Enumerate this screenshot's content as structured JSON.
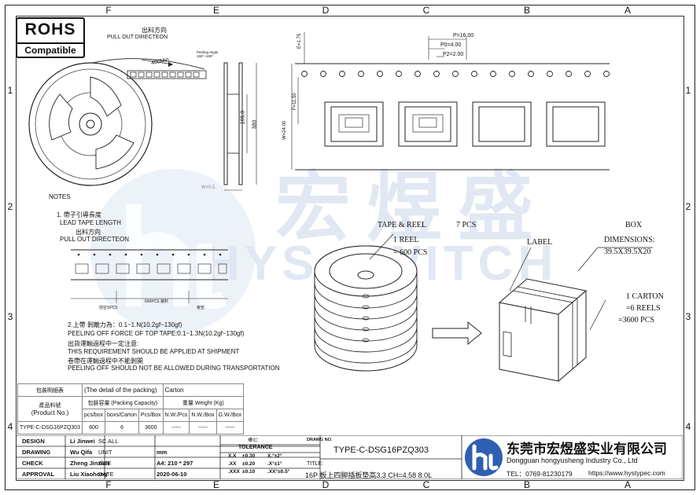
{
  "zones": {
    "top": [
      "F",
      "E",
      "D",
      "C",
      "B",
      "A"
    ],
    "bottom": [
      "F",
      "E",
      "D",
      "C",
      "B",
      "A"
    ],
    "left": [
      "1",
      "2",
      "3",
      "4"
    ],
    "right": [
      "1",
      "2",
      "3",
      "4"
    ]
  },
  "rohs": {
    "title": "ROHS",
    "subtitle": "Compatible"
  },
  "reel": {
    "pull_cn": "出料方向",
    "pull_en": "PULL OUT DIRECTEON",
    "length_label": "400Min",
    "peel_angle": "Peeling angle 165°~180°",
    "dim_105": "105.0",
    "dim_380": "380",
    "w_label": "W+0.5"
  },
  "tape": {
    "p": "P=16.00",
    "p0": "P0=4.00",
    "p2": "P2=2.00",
    "e": "E=1.75",
    "f": "F=11.50",
    "w": "W=24.00"
  },
  "notes": {
    "title": "NOTES",
    "n1_cn": "1.   帶子引導長度",
    "n1_en": "LEAD TAPE LENGTH",
    "pull_cn": "出料方向",
    "pull_en": "PULL OUT DIRECTEON",
    "strip_label_a": "前空",
    "strip_label_b": "SPCS",
    "strip_label_c": "装料",
    "strip_label_d": "後空",
    "strip_label_e": "PCS",
    "n2_cn": "2.上帶 剝離力為：0.1~1.",
    "n2_cn_b": "N(10.2gf~130gf)",
    "n2_en": "PEELING OFF FORCE OF TOP TAPE:0.1~1.3N(10.2gf~130gf)",
    "n3_cn": "出貨運輸過程中一定注意:",
    "n3_en": "THIS REQUIREMENT SHOULD BE APPLIED AT SHIPMENT",
    "n4_cn": "卷帶在運輸過程中不能剝開",
    "n4_en": "PEELING OFF SHOULD NOT BE ALLOWED DURING TRANSPORTATION"
  },
  "packing_table": {
    "header_cn": "包裝明細表",
    "header_en": "(The detail of the packing)",
    "carton": "Carton",
    "pn_cn": "產品料號",
    "pn_en": "(Product No.)",
    "cap_cn": "包裝容量",
    "cap_en": "(Packing Capacity)",
    "wt_cn": "重量",
    "wt_en": "Weight (Kg)",
    "cols": [
      "pcs/box",
      "boxs/Carton",
      "Pcs/Box",
      "N.W./Pcs",
      "N.W./Box",
      "G.W./Box"
    ],
    "row": [
      "TYPE-C-DSG16PZQ303",
      "600",
      "6",
      "3600",
      "-----",
      "-----",
      "-----"
    ]
  },
  "iso": {
    "tape_reel": "TAPE & REEL",
    "pcs7": "7 PCS",
    "one_reel": "1 REEL",
    "eq600": "= 600 PCS",
    "label": "LABEL",
    "box": "BOX",
    "dimensions": "DIMENSIONS:",
    "dim_val": "39.5X39.5X20",
    "carton": "1 CARTON",
    "reels": "=6 REELS",
    "total": "=3600 PCS"
  },
  "title_block": {
    "rows": [
      {
        "role": "DESIGN",
        "name": "Li Jinwei",
        "key": "SC ALL",
        "val": ""
      },
      {
        "role": "DRAWING",
        "name": "Wu Qifa",
        "key": "UNIT",
        "val": "mm"
      },
      {
        "role": "CHECK",
        "name": "Zheng Jinxian",
        "key": "SIZE",
        "val": "A4: 210 * 297"
      },
      {
        "role": "APPROVAL",
        "name": "Liu Xiaohong",
        "key": "DATE",
        "val": "2020-06-10"
      }
    ],
    "tolerance": "TOLERANCE",
    "tol": [
      [
        "X.X",
        "±0.30",
        "X.°±2°"
      ],
      [
        ".XX",
        "±0.20",
        ".X°±1°"
      ],
      [
        ".XXX",
        "±0.10",
        ".XX°±0.5°"
      ]
    ],
    "drawing_no_label": "DRAWG NO.",
    "drawing_no": "TYPE-C-DSG16PZQ303",
    "title_label": "TITLE:",
    "title": "16P 板上四脚插板垫高3.3 CH=4.58 8.0L",
    "company_cn": "东莞市宏煜盛实业有限公司",
    "company_en": "Dongguan hongyusheng Industry Co., Ltd",
    "tel": "TEL：0769-81230179",
    "web": "https://www.hystypec.com"
  },
  "watermark": {
    "cn": "宏煜盛",
    "en": "HYS SWITCH"
  },
  "colors": {
    "company": "#1a3d8f",
    "watermark": "#c9d7ea"
  }
}
